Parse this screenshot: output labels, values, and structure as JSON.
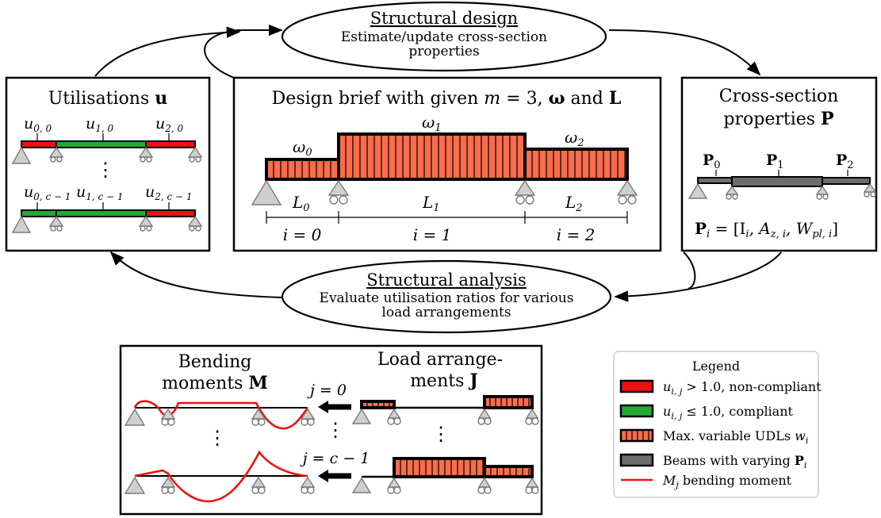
{
  "colors": {
    "red": "#ee1111",
    "green": "#22aa33",
    "udl": "#fb6c4d",
    "beam_grey": "#6d6d6d",
    "support": "#cfcfcf"
  },
  "structural_design": {
    "title": "Structural design",
    "line1": "Estimate/update cross-section",
    "line2": "properties"
  },
  "structural_analysis": {
    "title": "Structural analysis",
    "line1": "Evaluate utilisation ratios for various",
    "line2": "load arrangements"
  },
  "utilisations": {
    "title_text": "Utilisations ",
    "title_symbol": "u",
    "top_labels": [
      "u",
      "u",
      "u"
    ],
    "top_subs": [
      "0, 0",
      "1, 0",
      "2, 0"
    ],
    "bottom_labels": [
      "u",
      "u",
      "u"
    ],
    "bottom_subs": [
      "0, c − 1",
      "1, c − 1",
      "2, c − 1"
    ],
    "dots": "⋮"
  },
  "design_brief": {
    "title_pre": "Design brief with given ",
    "title_m": "m",
    "title_eq": " = 3, ",
    "title_omega": "ω",
    "title_and": " and ",
    "title_L": "L",
    "omega_labels": [
      "ω",
      "ω",
      "ω"
    ],
    "omega_subs": [
      "0",
      "1",
      "2"
    ],
    "span_labels": [
      "L",
      "L",
      "L"
    ],
    "span_subs": [
      "0",
      "1",
      "2"
    ],
    "i_labels": [
      "i = 0",
      "i = 1",
      "i = 2"
    ]
  },
  "cross_section": {
    "title_line1": "Cross-section",
    "title_line2": "properties ",
    "title_symbol": "P",
    "p_labels": [
      "P",
      "P",
      "P"
    ],
    "p_subs": [
      "0",
      "1",
      "2"
    ],
    "formula": "P",
    "formula_sub": "i",
    "formula_rhs": " = [I",
    "formula_rest": "i",
    "formula_A": ", A",
    "formula_A_sub": "z, i",
    "formula_W": ", W",
    "formula_W_sub": "pl, i",
    "formula_end": "]"
  },
  "bending": {
    "title_line1": "Bending",
    "title_line2": "moments ",
    "title_symbol": "M",
    "dots": "⋮"
  },
  "load_arr": {
    "title_line1": "Load arrange-",
    "title_line2": "ments ",
    "title_symbol": "J",
    "j_top": "j = 0",
    "j_bottom": "j = c − 1",
    "dots": "⋮"
  },
  "legend": {
    "title": "Legend",
    "items": [
      {
        "sym": "u",
        "sub": "i, j",
        "text": " > 1.0, non-compliant"
      },
      {
        "sym": "u",
        "sub": "i, j",
        "text": " ≤ 1.0, compliant"
      },
      {
        "sym": "",
        "sub": "",
        "text": "Max. variable UDLs "
      },
      {
        "sym": "",
        "sub": "",
        "text": "Beams with varying "
      },
      {
        "sym": "M",
        "sub": "j",
        "text": " bending moment"
      }
    ],
    "udl_sym": "w",
    "udl_sub": "i",
    "beam_sym": "P",
    "beam_sub": "i"
  }
}
